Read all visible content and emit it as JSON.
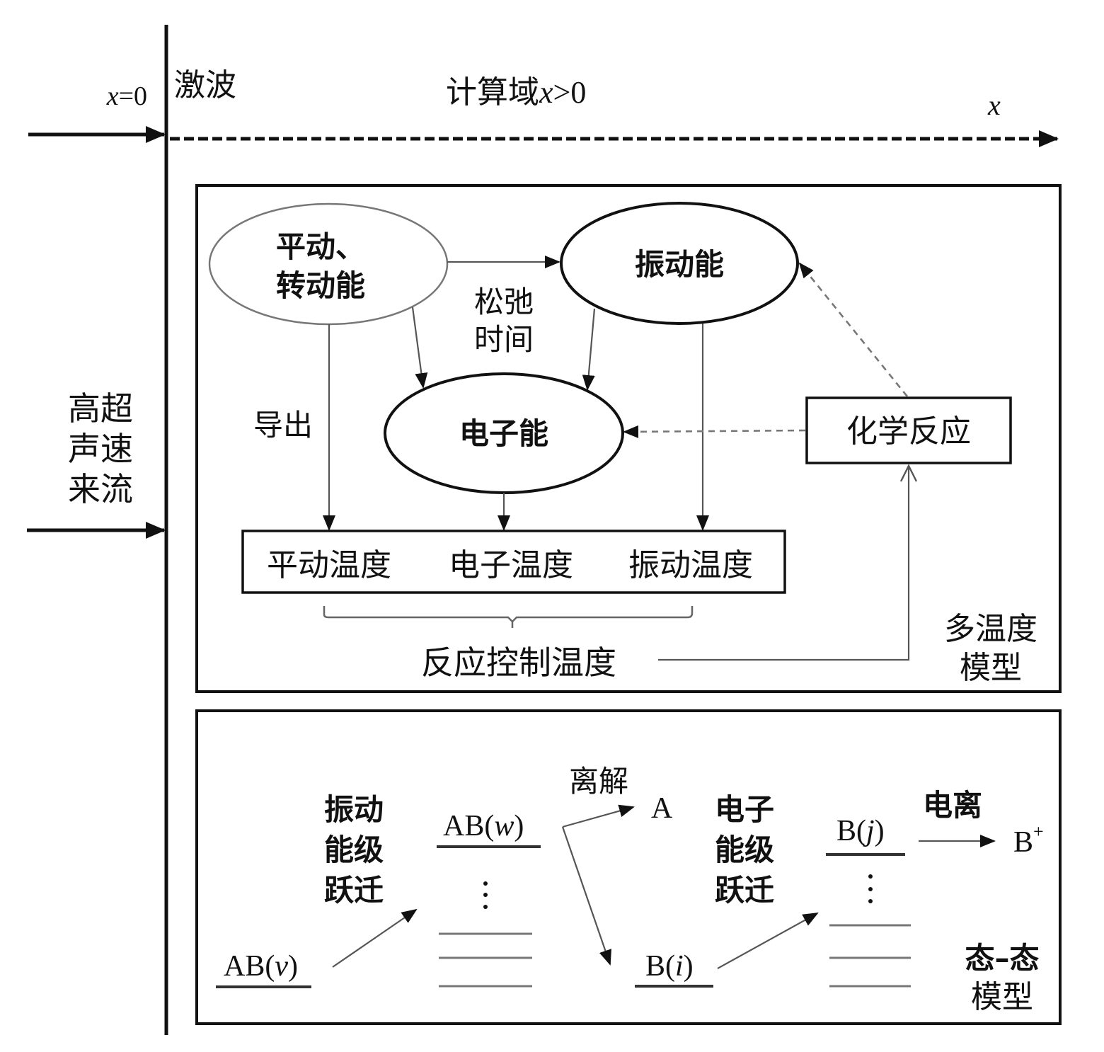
{
  "axis": {
    "origin_label_var": "x",
    "origin_label_rest": "=0",
    "shock_label": "激波",
    "domain_label_cn": "计算域",
    "domain_label_var": "x",
    "domain_label_rest": ">0",
    "x_axis_label": "x",
    "inflow_label_lines": [
      "高超",
      "声速",
      "来流"
    ]
  },
  "multi_temperature_model": {
    "title_lines": [
      "多温度",
      "模型"
    ],
    "nodes": {
      "trans_rot": {
        "lines": [
          "平动、",
          "转动能"
        ]
      },
      "vibrational": {
        "label": "振动能"
      },
      "electronic": {
        "label": "电子能"
      },
      "chemistry": {
        "label": "化学反应"
      }
    },
    "relaxation_label_lines": [
      "松弛",
      "时间"
    ],
    "derive_label": "导出",
    "temperatures": [
      "平动温度",
      "电子温度",
      "振动温度"
    ],
    "reaction_control_label": "反应控制温度"
  },
  "state_to_state_model": {
    "title_lines": [
      "态–态",
      "模型"
    ],
    "vib_transition_lines": [
      "振动",
      "能级",
      "跃迁"
    ],
    "elec_transition_lines": [
      "电子",
      "能级",
      "跃迁"
    ],
    "dissociation_label": "离解",
    "ionization_label": "电离",
    "species": {
      "ab_v": {
        "base": "AB(",
        "var": "v",
        "close": ")"
      },
      "ab_w": {
        "base": "AB(",
        "var": "w",
        "close": ")"
      },
      "a": {
        "base": "A"
      },
      "b_i": {
        "base": "B(",
        "var": "i",
        "close": ")"
      },
      "b_j": {
        "base": "B(",
        "var": "j",
        "close": ")"
      },
      "b_plus": {
        "base": "B",
        "sup": "+"
      }
    },
    "ellipsis": "⋮"
  },
  "colors": {
    "ink": "#111111",
    "thin_line": "#555555",
    "dashed_line": "#777777",
    "background": "#ffffff"
  }
}
